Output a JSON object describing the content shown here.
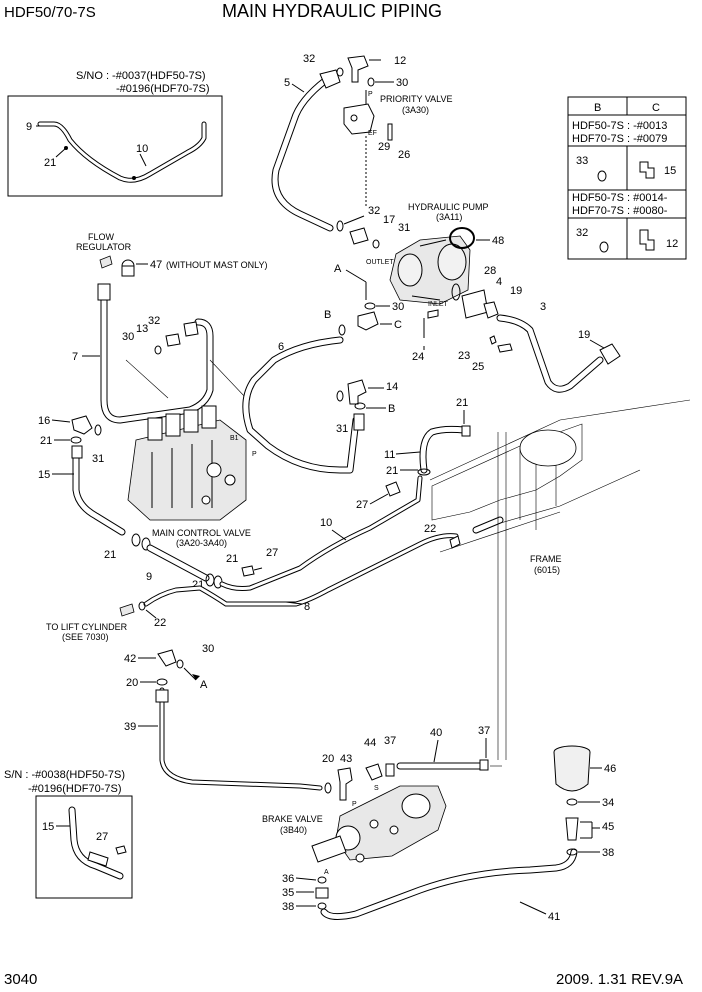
{
  "header": {
    "model": "HDF50/70-7S",
    "title": "MAIN HYDRAULIC PIPING"
  },
  "footer": {
    "page_number": "3040",
    "date_rev": "2009. 1.31  REV.9A"
  },
  "serial_notes": {
    "top": [
      "S/NO : -#0037(HDF50-7S)",
      "-#0196(HDF70-7S)"
    ],
    "bottom": [
      "S/N : -#0038(HDF50-7S)",
      "-#0196(HDF70-7S)"
    ]
  },
  "table": {
    "col_b": "B",
    "col_c": "C",
    "row1": [
      "HDF50-7S : -#0013",
      "HDF70-7S : -#0079"
    ],
    "row1_parts": [
      "33",
      "15"
    ],
    "row2": [
      "HDF50-7S : #0014-",
      "HDF70-7S : #0080-"
    ],
    "row2_parts": [
      "32",
      "12"
    ]
  },
  "components": {
    "priority_valve": [
      "PRIORITY VALVE",
      "(3A30)"
    ],
    "hydraulic_pump": [
      "HYDRAULIC PUMP",
      "(3A11)"
    ],
    "flow_regulator": [
      "FLOW",
      "REGULATOR"
    ],
    "main_control_valve": [
      "MAIN CONTROL VALVE",
      "(3A20-3A40)"
    ],
    "frame": [
      "FRAME",
      "(6015)"
    ],
    "lift_cylinder": [
      "TO LIFT CYLINDER",
      "(SEE 7030)"
    ],
    "brake_valve": [
      "BRAKE VALVE",
      "(3B40)"
    ],
    "without_mast": "(WITHOUT MAST ONLY)",
    "outlet": "OUTLET",
    "inlet": "INLET",
    "port_ef": "EF",
    "port_p": "P",
    "port_b1": "B1",
    "port_a": "A",
    "port_s": "S"
  },
  "callouts": [
    {
      "id": "c32a",
      "text": "32"
    },
    {
      "id": "c12a",
      "text": "12"
    },
    {
      "id": "c30a",
      "text": "30"
    },
    {
      "id": "c5",
      "text": "5"
    },
    {
      "id": "c29",
      "text": "29"
    },
    {
      "id": "c26",
      "text": "26"
    },
    {
      "id": "c9a",
      "text": "9"
    },
    {
      "id": "c21a",
      "text": "21"
    },
    {
      "id": "c10a",
      "text": "10"
    },
    {
      "id": "c32b",
      "text": "32"
    },
    {
      "id": "c17",
      "text": "17"
    },
    {
      "id": "c31a",
      "text": "31"
    },
    {
      "id": "c48",
      "text": "48"
    },
    {
      "id": "c47",
      "text": "47"
    },
    {
      "id": "cA1",
      "text": "A"
    },
    {
      "id": "c30b",
      "text": "30"
    },
    {
      "id": "c28",
      "text": "28"
    },
    {
      "id": "c4",
      "text": "4"
    },
    {
      "id": "c19a",
      "text": "19"
    },
    {
      "id": "c3",
      "text": "3"
    },
    {
      "id": "c13",
      "text": "13"
    },
    {
      "id": "c32c",
      "text": "32"
    },
    {
      "id": "c30c",
      "text": "30"
    },
    {
      "id": "cB1",
      "text": "B"
    },
    {
      "id": "cC1",
      "text": "C"
    },
    {
      "id": "c24",
      "text": "24"
    },
    {
      "id": "c23",
      "text": "23"
    },
    {
      "id": "c25",
      "text": "25"
    },
    {
      "id": "c19b",
      "text": "19"
    },
    {
      "id": "c7",
      "text": "7"
    },
    {
      "id": "c6",
      "text": "6"
    },
    {
      "id": "c14",
      "text": "14"
    },
    {
      "id": "cB2",
      "text": "B"
    },
    {
      "id": "c16",
      "text": "16"
    },
    {
      "id": "c21b",
      "text": "21"
    },
    {
      "id": "c31b",
      "text": "31"
    },
    {
      "id": "c31c",
      "text": "31"
    },
    {
      "id": "c21c",
      "text": "21"
    },
    {
      "id": "c11",
      "text": "11"
    },
    {
      "id": "c15",
      "text": "15"
    },
    {
      "id": "c21d",
      "text": "21"
    },
    {
      "id": "c27a",
      "text": "27"
    },
    {
      "id": "c10b",
      "text": "10"
    },
    {
      "id": "c22a",
      "text": "22"
    },
    {
      "id": "c21e",
      "text": "21"
    },
    {
      "id": "c21f",
      "text": "21"
    },
    {
      "id": "c27b",
      "text": "27"
    },
    {
      "id": "c9b",
      "text": "9"
    },
    {
      "id": "c8",
      "text": "8"
    },
    {
      "id": "c22b",
      "text": "22"
    },
    {
      "id": "c42",
      "text": "42"
    },
    {
      "id": "c30d",
      "text": "30"
    },
    {
      "id": "c20a",
      "text": "20"
    },
    {
      "id": "cA2",
      "text": "A"
    },
    {
      "id": "c39",
      "text": "39"
    },
    {
      "id": "c40",
      "text": "40"
    },
    {
      "id": "c37a",
      "text": "37"
    },
    {
      "id": "c20b",
      "text": "20"
    },
    {
      "id": "c43",
      "text": "43"
    },
    {
      "id": "c44",
      "text": "44"
    },
    {
      "id": "c37b",
      "text": "37"
    },
    {
      "id": "c46",
      "text": "46"
    },
    {
      "id": "c34",
      "text": "34"
    },
    {
      "id": "c45",
      "text": "45"
    },
    {
      "id": "c38a",
      "text": "38"
    },
    {
      "id": "c15b",
      "text": "15"
    },
    {
      "id": "c27c",
      "text": "27"
    },
    {
      "id": "c36",
      "text": "36"
    },
    {
      "id": "c35",
      "text": "35"
    },
    {
      "id": "c38b",
      "text": "38"
    },
    {
      "id": "c41",
      "text": "41"
    }
  ]
}
